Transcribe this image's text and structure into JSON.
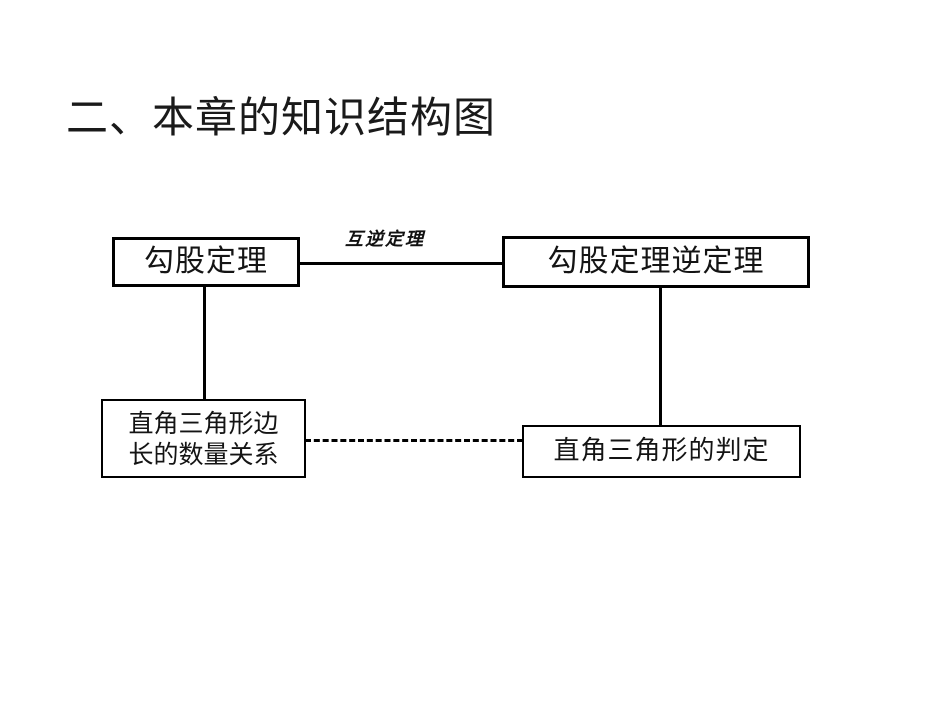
{
  "slide": {
    "background_color": "#ffffff",
    "title": "二、本章的知识结构图"
  },
  "diagram": {
    "type": "knowledge-structure-flowchart",
    "line_color": "#000000",
    "nodes": [
      {
        "id": "pythagorean",
        "label": "勾股定理",
        "position": "top-left"
      },
      {
        "id": "converse",
        "label": "勾股定理逆定理",
        "position": "top-right"
      },
      {
        "id": "side-relation",
        "label": "直角三角形边\n长的数量关系",
        "position": "bottom-left"
      },
      {
        "id": "determination",
        "label": "直角三角形的判定",
        "position": "bottom-right"
      }
    ],
    "edges": [
      {
        "id": "top-horizontal",
        "from": "pythagorean",
        "to": "converse",
        "style": "solid",
        "label": "互逆定理"
      },
      {
        "id": "left-vertical",
        "from": "pythagorean",
        "to": "side-relation",
        "style": "solid",
        "label": ""
      },
      {
        "id": "right-vertical",
        "from": "converse",
        "to": "determination",
        "style": "solid",
        "label": ""
      },
      {
        "id": "bottom-dashed",
        "from": "side-relation",
        "to": "determination",
        "style": "dashed",
        "label": ""
      }
    ]
  }
}
